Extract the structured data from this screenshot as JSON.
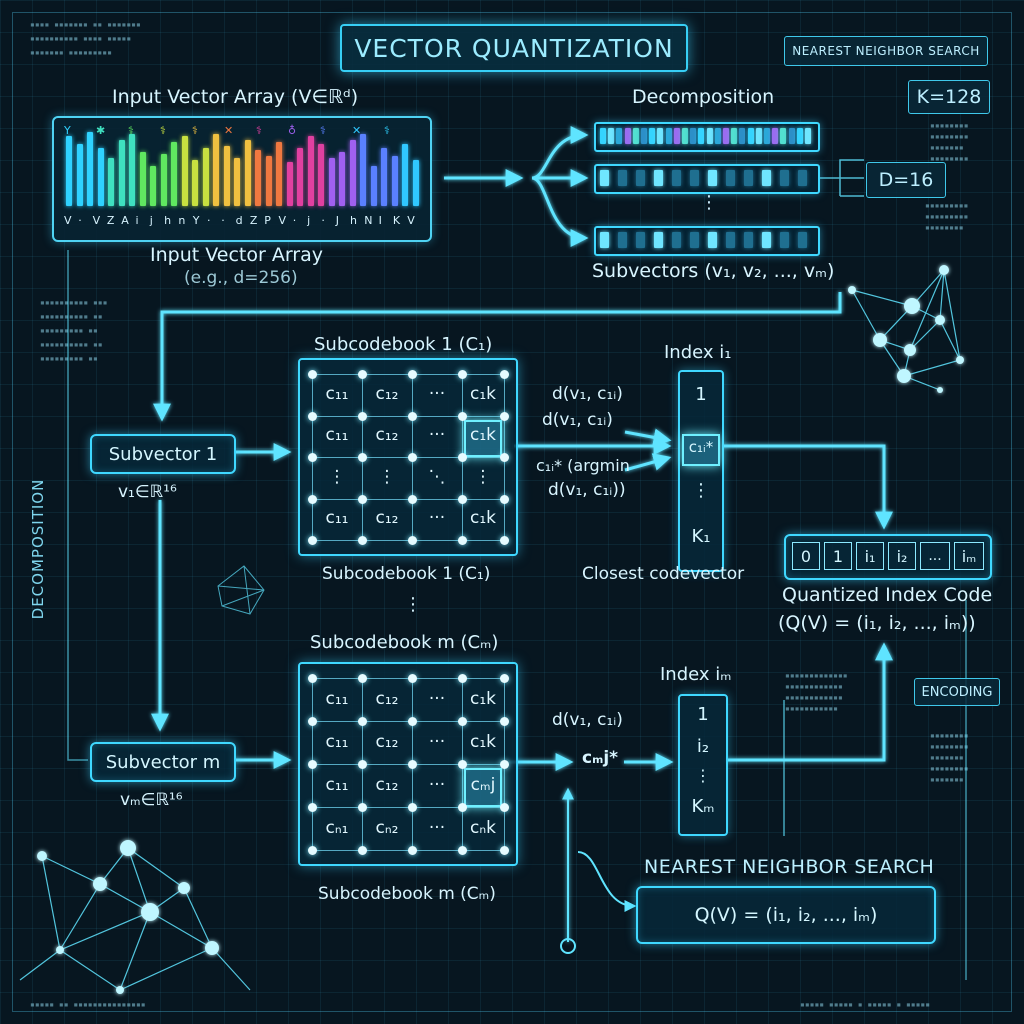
{
  "title": "VECTOR QUANTIZATION",
  "tag_nn_top": "NEAREST NEIGHBOR SEARCH",
  "k_label": "K=128",
  "d_label": "D=16",
  "input": {
    "heading": "Input Vector Array (V∈ℝᵈ)",
    "caption": "Input Vector Array",
    "sub_caption": "(e.g., d=256)",
    "top_symbols": [
      "Y",
      "✱",
      "⚕",
      "⚕",
      "⚕",
      "✕",
      "⚕",
      "♁",
      "⚕",
      "✕",
      "⚕"
    ],
    "bottom_symbols": [
      "V",
      "·",
      "V",
      "Z",
      "A",
      "i",
      "j",
      "h",
      "n",
      "Y",
      "·",
      "·",
      "d",
      "Z",
      "P",
      "V",
      "·",
      "j",
      "·",
      "J",
      "h",
      "N",
      "I",
      "K",
      "V"
    ]
  },
  "decomposition": {
    "heading": "Decomposition",
    "subvectors_label": "Subvectors (v₁, v₂, ..., vₘ)",
    "vertical_label": "DECOMPOSITION"
  },
  "sub1": {
    "box": "Subvector 1",
    "space": "v₁∈ℝ¹⁶"
  },
  "subm": {
    "box": "Subvector m",
    "space": "vₘ∈ℝ¹⁶"
  },
  "codebook1": {
    "title_top": "Subcodebook 1 (C₁)",
    "title_bottom": "Subcodebook 1 (C₁)",
    "rows": [
      [
        "c₁₁",
        "c₁₂",
        "···",
        "c₁k"
      ],
      [
        "c₁₁",
        "c₁₂",
        "···",
        "c₁k"
      ],
      [
        "⋮",
        "⋮",
        "⋱",
        "⋮"
      ],
      [
        "c₁₁",
        "c₁₂",
        "···",
        "c₁k"
      ]
    ]
  },
  "codebookm": {
    "title_top": "Subcodebook m (Cₘ)",
    "title_bottom": "Subcodebook m (Cₘ)",
    "rows": [
      [
        "c₁₁",
        "c₁₂",
        "···",
        "c₁k"
      ],
      [
        "c₁₁",
        "c₁₂",
        "···",
        "c₁k"
      ],
      [
        "c₁₁",
        "c₁₂",
        "···",
        "cₘj"
      ],
      [
        "cₙ₁",
        "cₙ₂",
        "···",
        "cₙk"
      ]
    ]
  },
  "dots_between": "⋮",
  "distance1": {
    "line1": "d(v₁, c₁ᵢ)",
    "line2": "d(v₁, c₁ᵢ)",
    "line3": "c₁ᵢ* (argmin",
    "line4": "d(v₁, c₁ᵢ))"
  },
  "distancem": {
    "line1": "d(v₁, c₁ᵢ)",
    "result": "cₘj*"
  },
  "index1": {
    "title": "Index i₁",
    "cells": [
      "1",
      "c₁ᵢ*",
      "⋮",
      "K₁"
    ],
    "caption": "Closest codevector"
  },
  "indexm": {
    "title": "Index iₘ",
    "cells": [
      "1",
      "i₂",
      "⋮",
      "Kₘ"
    ]
  },
  "quantized": {
    "cells": [
      "0",
      "1",
      "i₁",
      "i₂",
      "...",
      "iₘ"
    ],
    "title": "Quantized Index Code",
    "formula": "(Q(V) = (i₁, i₂, ..., iₘ))"
  },
  "encoding_tag": "ENCODING",
  "nn_bottom": {
    "title": "NEAREST NEIGHBOR SEARCH",
    "formula": "Q(V) = (i₁, i₂, ..., iₘ)"
  },
  "colors": {
    "accent": "#3fd8ff",
    "background": "#071620"
  }
}
